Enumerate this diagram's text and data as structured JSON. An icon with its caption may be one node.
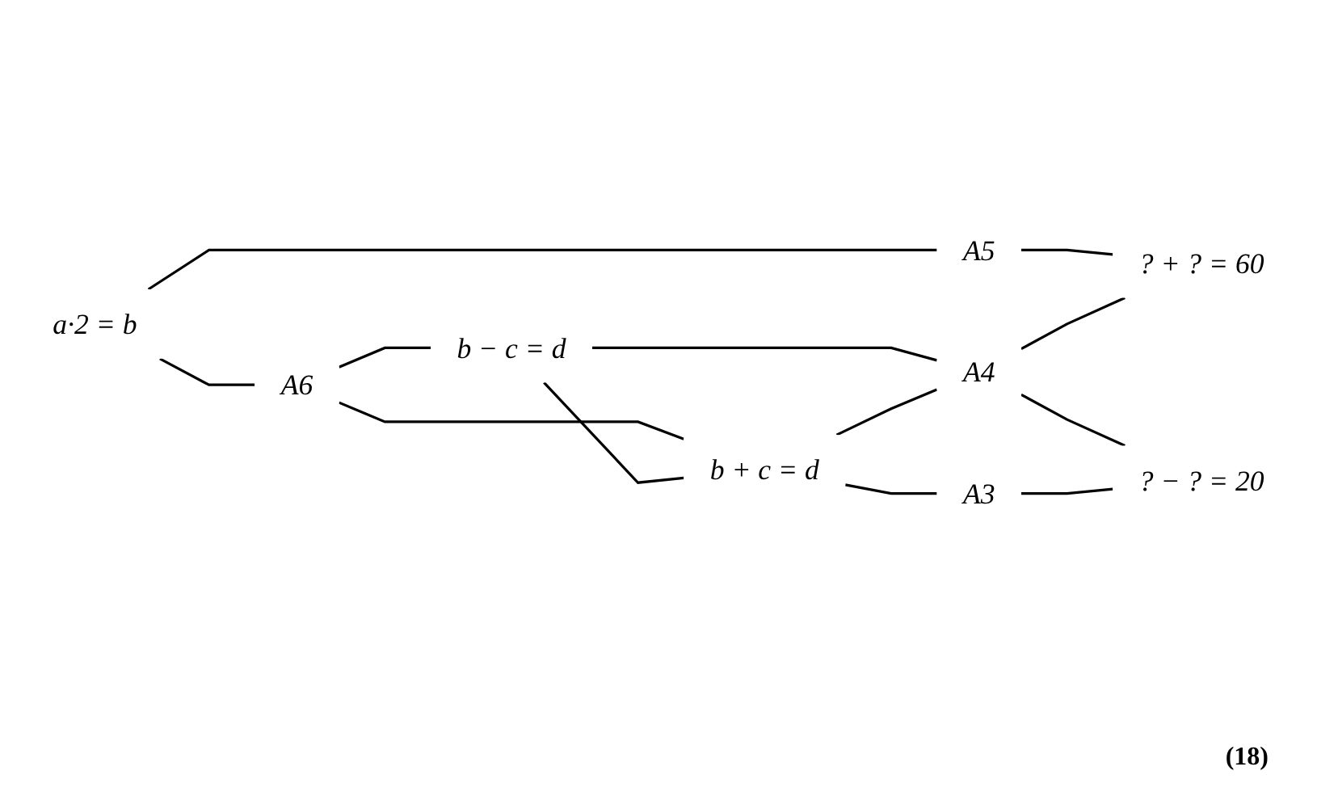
{
  "diagram": {
    "nodes": [
      {
        "text": [
          "A5"
        ]
      },
      {
        "text": [
          "b − c = d"
        ]
      },
      {
        "text": [
          "? + ? = 60"
        ]
      },
      {
        "text": [
          "a·2 = b"
        ]
      },
      {
        "text": [
          "A6"
        ]
      },
      {
        "text": [
          "A4"
        ]
      },
      {
        "text": [
          "b + c = d"
        ]
      },
      {
        "text": [
          "? − ? = 20"
        ]
      },
      {
        "text": [
          "A3"
        ]
      }
    ],
    "edges": [
      {
        "from": 3,
        "to": 0,
        "arrow": "none"
      },
      {
        "from": 0,
        "to": 2,
        "arrow": "none"
      },
      {
        "from": 3,
        "to": 4,
        "arrow": "none"
      },
      {
        "from": 4,
        "to": 1,
        "arrow": "none"
      },
      {
        "from": 4,
        "to": 6,
        "arrow": "none"
      },
      {
        "from": 1,
        "to": 6,
        "arrow": "none"
      },
      {
        "from": 1,
        "to": 5,
        "arrow": "none"
      },
      {
        "from": 6,
        "to": 5,
        "arrow": "none"
      },
      {
        "from": 5,
        "to": 2,
        "arrow": "none"
      },
      {
        "from": 5,
        "to": 7,
        "arrow": "none"
      },
      {
        "from": 6,
        "to": 8,
        "arrow": "none"
      },
      {
        "from": 8,
        "to": 7,
        "arrow": "none"
      }
    ],
    "labels": [
      "(18)"
    ]
  }
}
